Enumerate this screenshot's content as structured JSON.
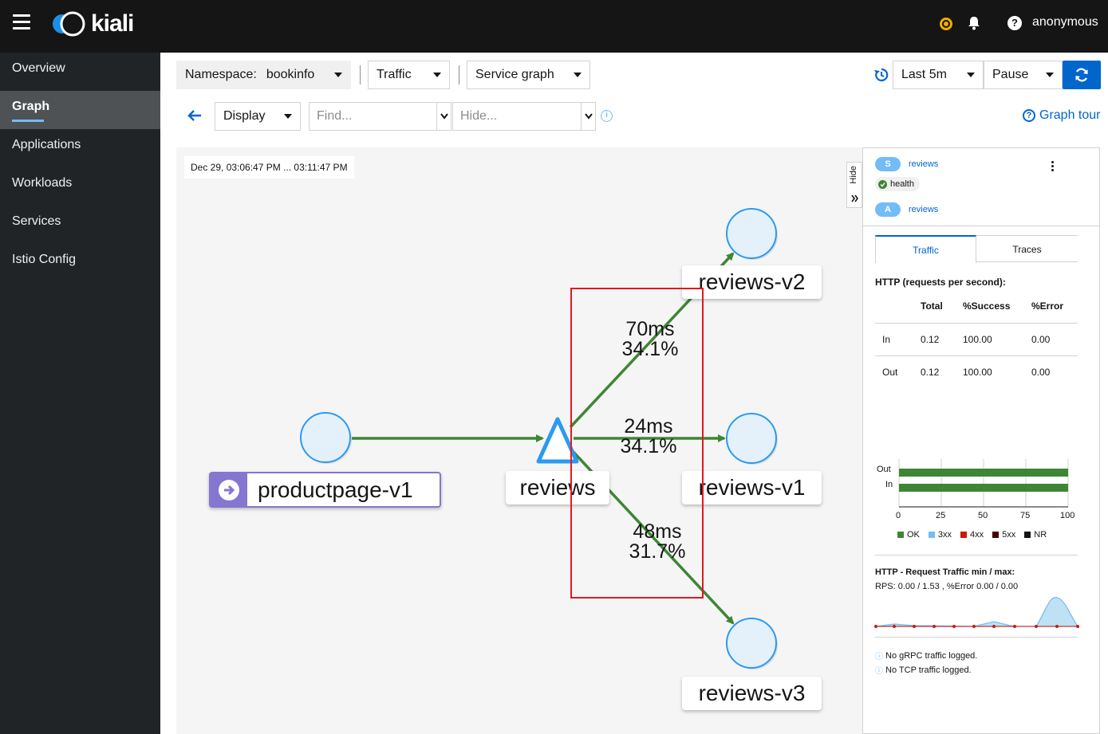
{
  "header": {
    "app_name": "kiali",
    "user": "anonymous"
  },
  "sidebar": {
    "items": [
      {
        "label": "Overview"
      },
      {
        "label": "Graph"
      },
      {
        "label": "Applications"
      },
      {
        "label": "Workloads"
      },
      {
        "label": "Services"
      },
      {
        "label": "Istio Config"
      }
    ]
  },
  "toolbar": {
    "namespace_label": "Namespace:",
    "namespace_value": "bookinfo",
    "traffic": "Traffic",
    "graph_type": "Service graph",
    "duration": "Last 5m",
    "refresh": "Pause",
    "display": "Display",
    "find_placeholder": "Find...",
    "hide_placeholder": "Hide...",
    "graph_tour": "Graph tour"
  },
  "graph": {
    "time_range": "Dec 29, 03:06:47 PM ... 03:11:47 PM",
    "hide_label": "Hide",
    "nodes": {
      "productpage": "productpage-v1",
      "reviews": "reviews",
      "reviews_v1": "reviews-v1",
      "reviews_v2": "reviews-v2",
      "reviews_v3": "reviews-v3"
    },
    "edges": {
      "to_v2": {
        "latency": "70ms",
        "percent": "34.1%"
      },
      "to_v1": {
        "latency": "24ms",
        "percent": "34.1%"
      },
      "to_v3": {
        "latency": "48ms",
        "percent": "31.7%"
      }
    }
  },
  "panel": {
    "service_badge": "S",
    "service_name": "reviews",
    "health_label": "health",
    "app_badge": "A",
    "app_name": "reviews",
    "tabs": [
      "Traffic",
      "Traces"
    ],
    "http_title": "HTTP (requests per second):",
    "columns": [
      "Total",
      "%Success",
      "%Error"
    ],
    "rows": [
      {
        "label": "In",
        "total": "0.12",
        "success": "100.00",
        "error": "0.00"
      },
      {
        "label": "Out",
        "total": "0.12",
        "success": "100.00",
        "error": "0.00"
      }
    ],
    "bar_chart": {
      "bars": [
        "Out",
        "In"
      ],
      "ticks": [
        "0",
        "25",
        "50",
        "75",
        "100"
      ],
      "ok_percent": [
        100,
        100
      ],
      "legend": [
        "OK",
        "3xx",
        "4xx",
        "5xx",
        "NR"
      ],
      "colors": {
        "ok": "#3e8635",
        "3xx": "#73bcf7",
        "4xx": "#c9190b",
        "5xx": "#470000",
        "nr": "#151515"
      }
    },
    "traffic_title": "HTTP - Request Traffic min / max:",
    "traffic_stats": "RPS: 0.00 / 1.53 , %Error 0.00 / 0.00",
    "no_grpc": "No gRPC traffic logged.",
    "no_tcp": "No TCP traffic logged."
  }
}
